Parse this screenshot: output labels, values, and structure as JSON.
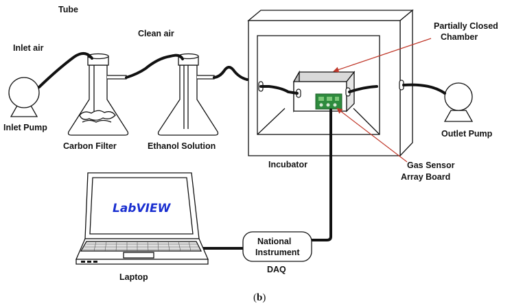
{
  "labels": {
    "tube": "Tube",
    "inlet_air": "Inlet air",
    "clean_air": "Clean air",
    "inlet_pump": "Inlet Pump",
    "carbon_filter": "Carbon Filter",
    "ethanol_solution": "Ethanol Solution",
    "chamber_line1": "Partially Closed",
    "chamber_line2": "Chamber",
    "incubator": "Incubator",
    "outlet_pump": "Outlet Pump",
    "sensor_line1": "Gas Sensor",
    "sensor_line2": "Array Board",
    "software": "LabVIEW",
    "daq_line1": "National",
    "daq_line2": "Instrument",
    "daq": "DAQ",
    "laptop": "Laptop"
  },
  "caption": {
    "open": "(",
    "letter": "b",
    "close": ")"
  },
  "colors": {
    "ink": "#111111",
    "callout_arrow": "#c0392b",
    "software_text": "#1a2fd0",
    "sensor_board": "#2e8b3e"
  }
}
